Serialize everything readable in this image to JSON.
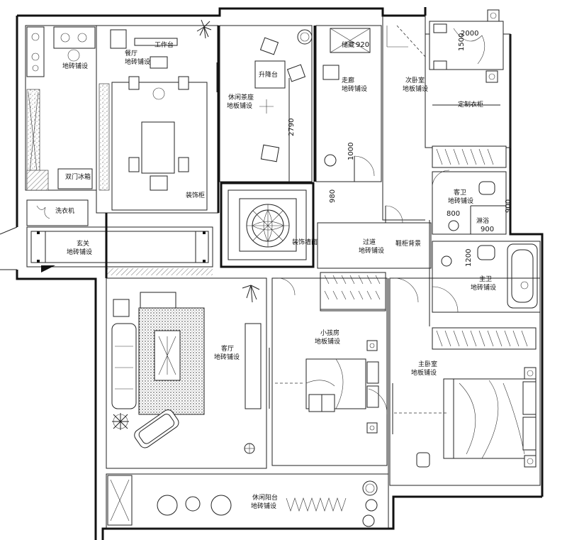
{
  "rooms": {
    "kitchen": {
      "label": "地砖铺设"
    },
    "dining": {
      "line1": "餐厅",
      "line2": "地砖铺设"
    },
    "workbench": {
      "label": "工作台"
    },
    "balcony_tea": {
      "line1": "休闲茶座",
      "line2": "地板铺设"
    },
    "lift": {
      "label": "升降台"
    },
    "storage": {
      "label": "储藏"
    },
    "hallway_small": {
      "line1": "走廊",
      "line2": "地砖铺设"
    },
    "second_bed": {
      "line1": "次卧室",
      "line2": "地板铺设"
    },
    "wardrobe_note": {
      "label": "定制衣柜"
    },
    "guest_bath": {
      "line1": "客卫",
      "line2": "地砖铺设"
    },
    "shower": {
      "label": "淋浴"
    },
    "laundry": {
      "label": "洗衣机"
    },
    "foyer": {
      "line1": "玄关",
      "line2": "地砖铺设"
    },
    "deco_cabinet": {
      "label": "装饰柜"
    },
    "deco_wall": {
      "label": "装饰墙面"
    },
    "corridor": {
      "line1": "过道",
      "line2": "地砖铺设"
    },
    "shoe_cabinet": {
      "label": "鞋柜背景"
    },
    "living": {
      "line1": "客厅",
      "line2": "地砖铺设"
    },
    "kids_room": {
      "line1": "小孩房",
      "line2": "地板铺设"
    },
    "master_bed": {
      "line1": "主卧室",
      "line2": "地板铺设"
    },
    "master_bath": {
      "line1": "主卫",
      "line2": "地砖铺设"
    },
    "leisure_balcony": {
      "line1": "休闲阳台",
      "line2": "地砖铺设"
    },
    "fridge": {
      "label": "双门冰箱"
    }
  },
  "dimensions": {
    "d2000": "2000",
    "d1500": "1500",
    "d920": "920",
    "d2790": "2790",
    "d1000": "1000",
    "d980": "980",
    "d800": "800",
    "d900a": "900",
    "d900b": "900",
    "d1200": "1200"
  }
}
